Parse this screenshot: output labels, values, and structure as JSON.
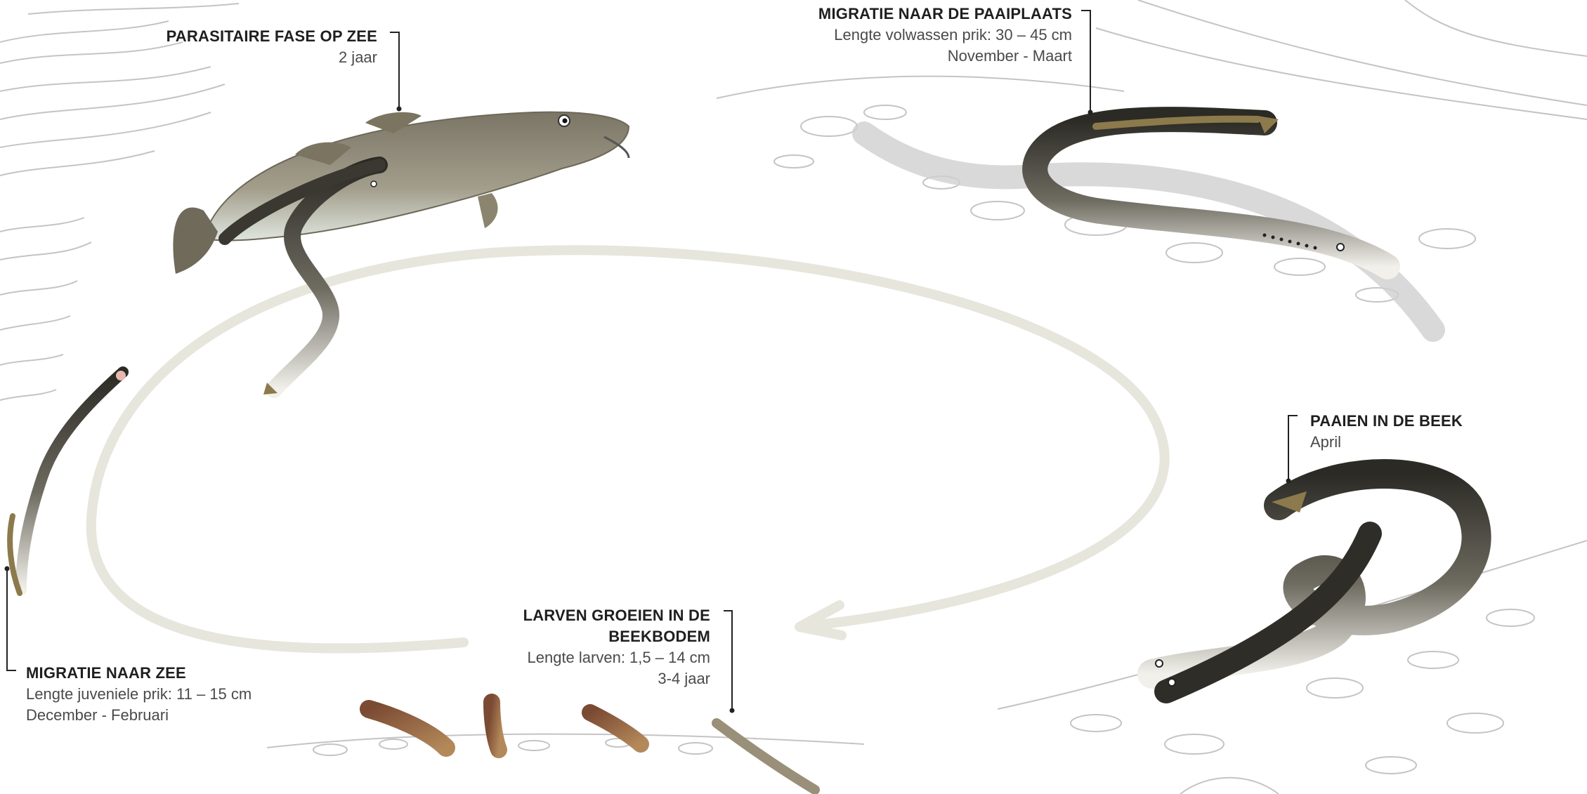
{
  "stages": [
    {
      "id": "parasitic",
      "title": "PARASITAIRE FASE OP ZEE",
      "lines": [
        "2 jaar"
      ]
    },
    {
      "id": "migration-spawn",
      "title": "MIGRATIE NAAR DE PAAIPLAATS",
      "lines": [
        "Lengte volwassen prik: 30 – 45 cm",
        "November - Maart"
      ]
    },
    {
      "id": "spawning",
      "title": "PAAIEN IN DE BEEK",
      "lines": [
        "April"
      ]
    },
    {
      "id": "larvae",
      "title_lines": [
        "LARVEN GROEIEN IN DE",
        "BEEKBODEM"
      ],
      "lines": [
        "Lengte larven: 1,5 – 14 cm",
        "3-4 jaar"
      ]
    },
    {
      "id": "migration-sea",
      "title": "MIGRATIE NAAR ZEE",
      "lines": [
        "Lengte juveniele prik: 11 – 15 cm",
        "December - Februari"
      ]
    }
  ],
  "colors": {
    "cycle_arrow": "#e6e6dc",
    "lamprey_dark": "#2b2a25",
    "lamprey_belly": "#f1f0ea",
    "lamprey_fin": "#8c7a4c",
    "cod_body": "#8f8a7c",
    "cod_belly": "#dfe6df",
    "sketch": "#b9b9b9",
    "leader_line": "#222222"
  }
}
